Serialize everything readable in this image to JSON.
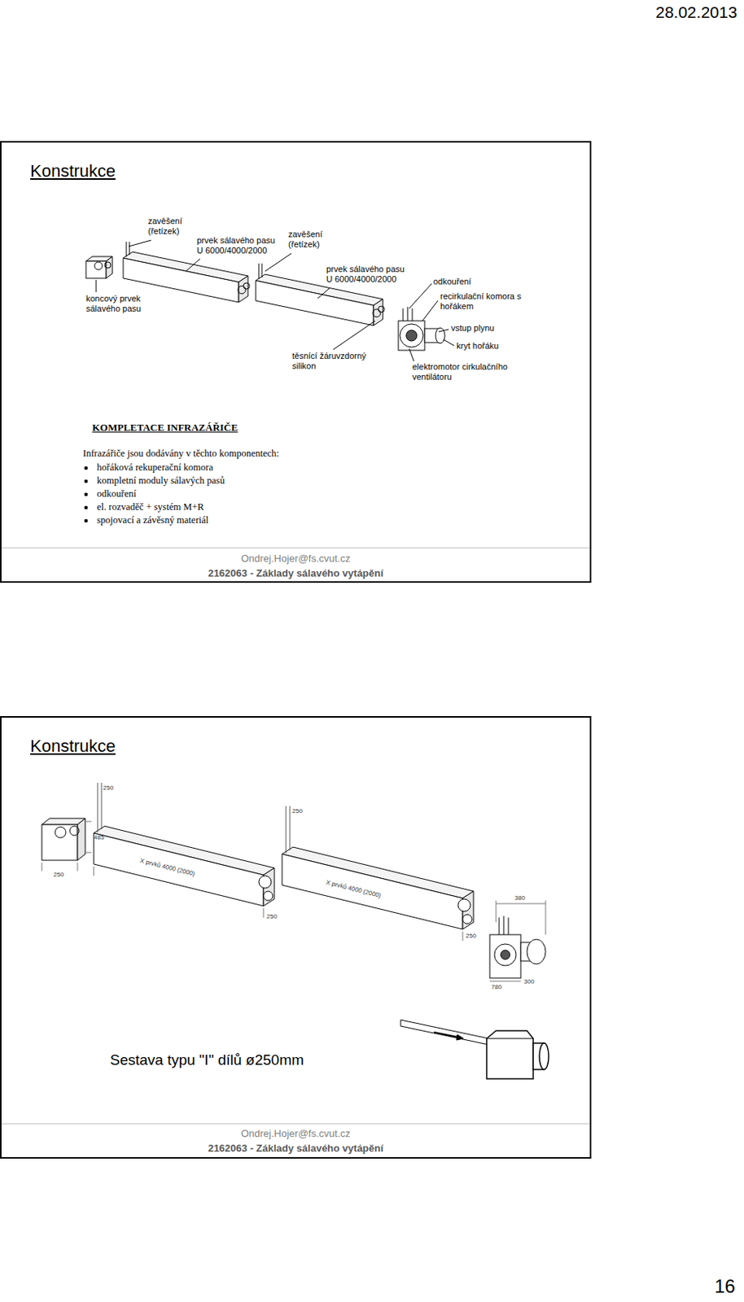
{
  "diagram": {
    "nodes": [
      {
        "text": [
          "Konstrukce",
          "Ondrej.Hojer@fs.cvut.cz",
          "2162063 - Základy sálavého vytápění"
        ]
      },
      {
        "text": [
          "Konstrukce",
          "Ondrej.Hojer@fs.cvut.cz",
          "2162063 - Základy sálavého vytápění"
        ]
      }
    ],
    "labels": [
      "28.02.2013",
      "zavěšení (řetízek)",
      "prvek sálavého pasu U 6000/4000/2000",
      "zavěšení (řetízek)",
      "prvek sálavého pasu U 6000/4000/2000",
      "odkouření",
      "recirkulační komora s hořákem",
      "koncový prvek sálavého pasu",
      "vstup plynu",
      "kryt hořáku",
      "těsnící žáruvzdorný silikon",
      "elektromotor cirkulačního ventilátoru",
      "KOMPLETACE INFRAZÁŘIČE",
      "Infrazářiče jsou dodávány v těchto komponentech:",
      "hořáková rekuperační komora",
      "kompletní moduly sálavých pasů",
      "odkouření",
      "el. rozvaděč + systém M+R",
      "spojovací a závěsný materiál",
      "250",
      "485",
      "250",
      "X prvků 4000 (2000)",
      "250",
      "250",
      "X prvků 4000 (2000)",
      "250",
      "380",
      "780",
      "300",
      "Sestava typu \"I\" dílů ø250mm",
      "16"
    ]
  }
}
